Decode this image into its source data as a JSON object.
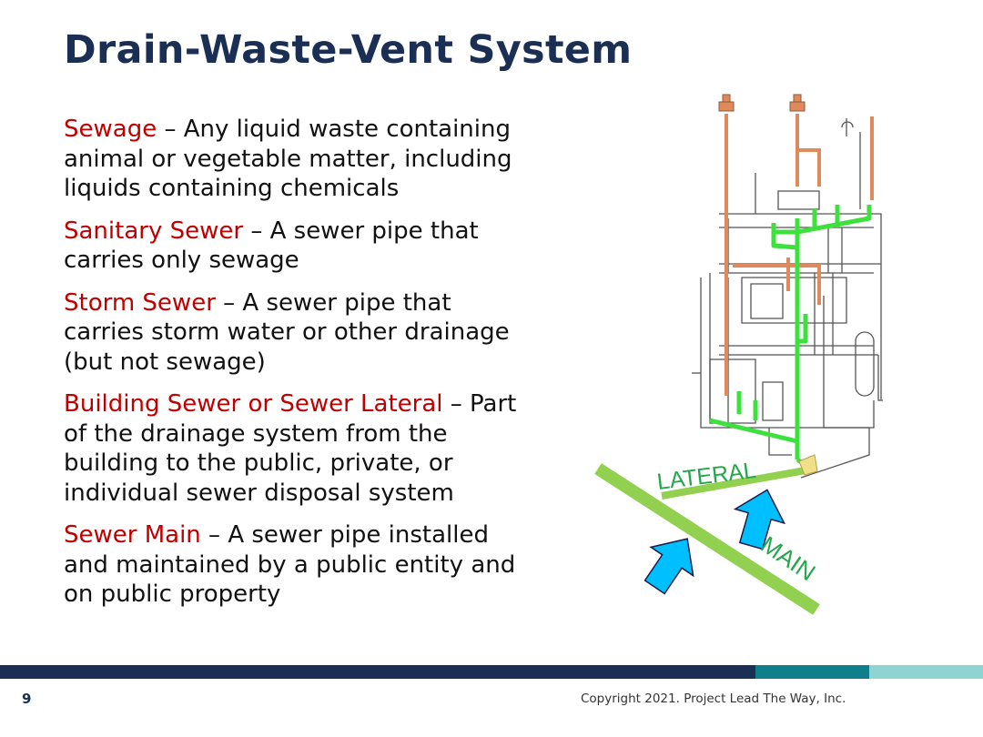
{
  "slide": {
    "title": "Drain-Waste-Vent System",
    "number": "9",
    "copyright": "Copyright 2021. Project Lead The Way, Inc."
  },
  "terms": [
    {
      "name": "Sewage",
      "definition": " – Any liquid waste containing animal or vegetable matter, including liquids containing chemicals"
    },
    {
      "name": "Sanitary Sewer",
      "definition": " – A sewer pipe that carries only sewage"
    },
    {
      "name": "Storm Sewer",
      "definition": " – A sewer pipe that carries storm water or other drainage (but not sewage)"
    },
    {
      "name": "Building Sewer or Sewer Lateral",
      "definition": " – Part of the drainage system from the building to the public, private, or individual sewer disposal system"
    },
    {
      "name": "Sewer Main",
      "definition": " – A sewer pipe installed and maintained by a public entity and on public property"
    }
  ],
  "illustration": {
    "lateral_label": "LATERAL",
    "main_label": "MAIN"
  },
  "colors": {
    "title": "#1b2f55",
    "term_name": "#c00000",
    "vent_pipe": "#e08a5c",
    "drain_pipe": "#3ee03e",
    "sewer_pipe": "#92d050",
    "arrow": "#00bfff",
    "label_green": "#22a84a",
    "bar_navy": "#1b2f55",
    "bar_teal": "#0f7f8c",
    "bar_light": "#8fd3d3"
  },
  "icons": [
    "flow-arrow-icon",
    "flow-arrow-icon"
  ]
}
